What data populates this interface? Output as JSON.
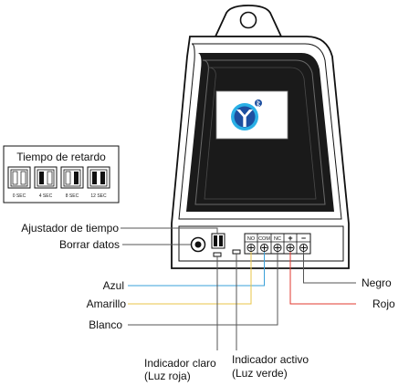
{
  "delay_box": {
    "title": "Tiempo de retardo",
    "settings": [
      "0 SEC",
      "4 SEC",
      "8 SEC",
      "12 SEC"
    ]
  },
  "terminal_labels": [
    "NO",
    "COM",
    "NC",
    "+",
    "−"
  ],
  "labels": {
    "time_adjuster": "Ajustador de tiempo",
    "clear_data": "Borrar datos",
    "blue": "Azul",
    "yellow": "Amarillo",
    "white": "Blanco",
    "black": "Negro",
    "red": "Rojo",
    "clear_indicator": "Indicador claro",
    "clear_indicator_note": "(Luz roja)",
    "active_indicator": "Indicador activo",
    "active_indicator_note": "(Luz verde)"
  },
  "colors": {
    "blue_wire": "#3aa0d8",
    "yellow_wire": "#e8c547",
    "red_wire": "#e0392f",
    "gray_wire": "#555555",
    "logo_blue": "#1d4fa0",
    "logo_cyan": "#2ab0e6"
  },
  "icons": {
    "logo": "y-brand-logo-icon",
    "bluetooth": "bluetooth-icon"
  }
}
